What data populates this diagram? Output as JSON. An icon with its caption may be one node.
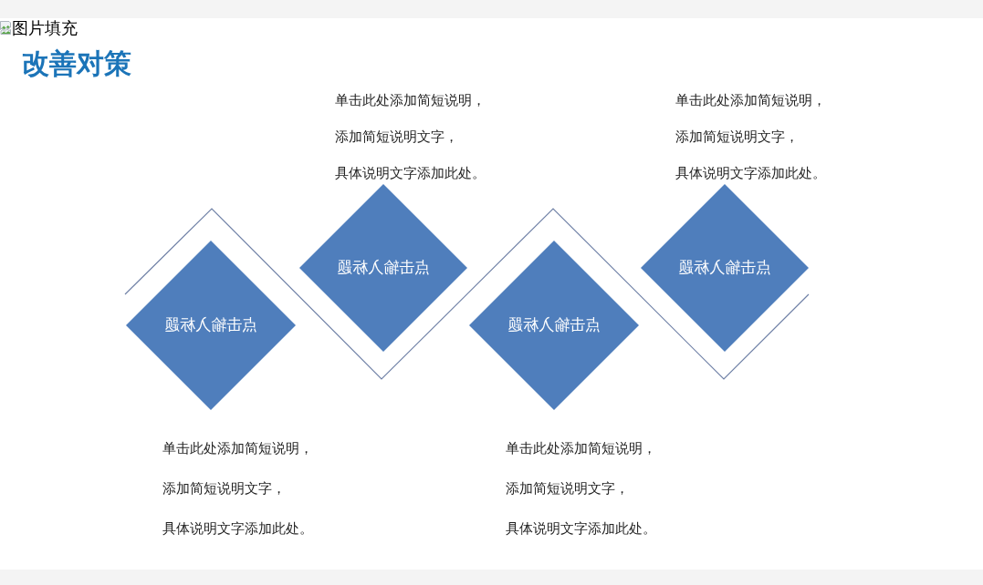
{
  "diagram": {
    "title": "改善对策",
    "nodes": [
      {
        "text": [
          "点击输入标题"
        ],
        "beside": [
          "单击此处添加简短说明，",
          "添加简短说明文字，",
          "具体说明文字添加此处。"
        ]
      },
      {
        "text": [
          "点击输入标题"
        ],
        "beside": [
          "单击此处添加简短说明，",
          "添加简短说明文字，",
          "具体说明文字添加此处。"
        ]
      },
      {
        "text": [
          "点击输入标题"
        ],
        "beside": [
          "单击此处添加简短说明，",
          "添加简短说明文字，",
          "具体说明文字添加此处。"
        ]
      },
      {
        "text": [
          "点击输入标题"
        ],
        "beside": [
          "单击此处添加简短说明，",
          "添加简短说明文字，",
          "具体说明文字添加此处。"
        ]
      }
    ],
    "labels": [
      "图片填充"
    ]
  }
}
